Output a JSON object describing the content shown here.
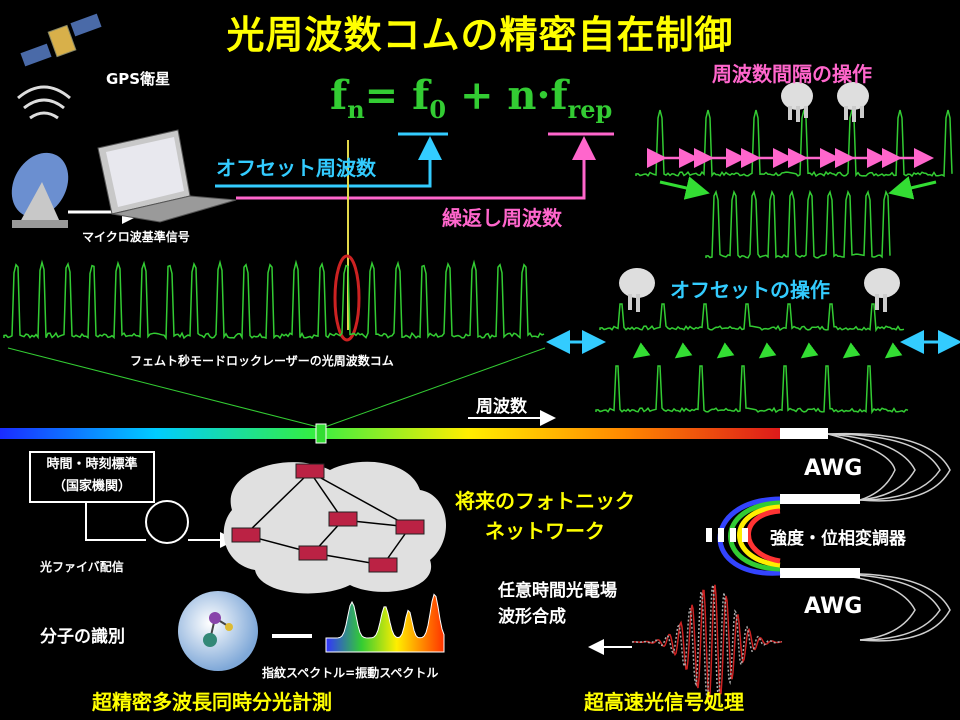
{
  "title": "光周波数コムの精密自在制御",
  "gps_label": "GPS衛星",
  "microwave_label": "マイクロ波基準信号",
  "formula": {
    "fn": "f",
    "fn_sub": "n",
    "eq": "= ",
    "f0": "f",
    "f0_sub": "0",
    "plus": " + n·",
    "frep": "f",
    "frep_sub": "rep"
  },
  "offset_freq_label": "オフセット周波数",
  "rep_freq_label": "繰返し周波数",
  "comb_caption": "フェムト秒モードロックレーザーの光周波数コム",
  "spacing_control_label": "周波数間隔の操作",
  "offset_control_label": "オフセットの操作",
  "frequency_label": "周波数",
  "time_standard_label": "時間・時刻標準\n（国家機関）",
  "fiber_label": "光ファイバ配信",
  "future_network_label": "将来のフォトニック\nネットワーク",
  "awg_top": "AWG",
  "awg_bottom": "AWG",
  "modulator_label": "強度・位相変調器",
  "waveform_label": "任意時間光電場\n波形合成",
  "molecule_label": "分子の識別",
  "fingerprint_label": "指紋スペクトル=振動スペクトル",
  "spectroscopy_label": "超精密多波長同時分光計測",
  "signal_processing_label": "超高速光信号処理",
  "colors": {
    "title": "#ffff00",
    "comb": "#33cc33",
    "offset": "#33ccff",
    "rep": "#ff66cc"
  }
}
